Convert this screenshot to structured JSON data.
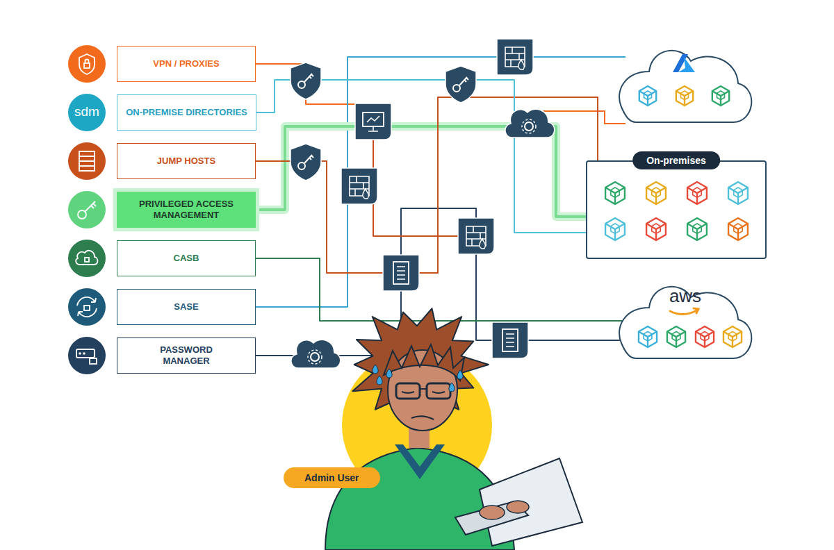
{
  "diagram": {
    "nodes": [
      {
        "text": [
          "VPN / PROXIES"
        ]
      },
      {
        "text": [
          "ON-PREMISE DIRECTORIES"
        ]
      },
      {
        "text": [
          "JUMP HOSTS"
        ]
      },
      {
        "text": [
          "PRIVILEGED ACCESS MANAGEMENT"
        ]
      },
      {
        "text": [
          "CASB"
        ]
      },
      {
        "text": [
          "SASE"
        ]
      },
      {
        "text": [
          "PASSWORD MANAGER"
        ]
      },
      {
        "text": [
          "On-premises"
        ]
      },
      {
        "text": [
          "aws"
        ]
      },
      {
        "text": [
          "Admin User"
        ]
      }
    ],
    "edges": [
      {
        "from": 3,
        "to": 7,
        "arrow": "none"
      },
      {
        "from": 2,
        "to": 7,
        "arrow": "none"
      },
      {
        "from": 1,
        "to": 7,
        "arrow": "none"
      },
      {
        "from": 4,
        "to": 8,
        "arrow": "none"
      }
    ],
    "labels": [
      "sdm"
    ]
  }
}
